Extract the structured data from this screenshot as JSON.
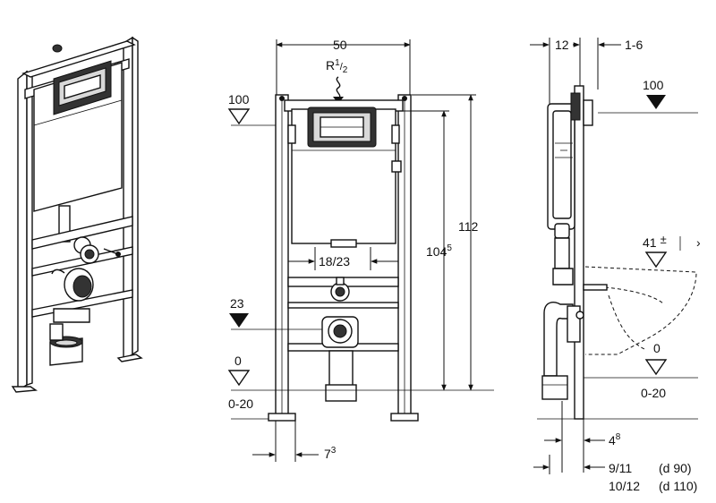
{
  "front": {
    "width": "50",
    "connection": "R",
    "connection_sup": "1",
    "connection_sub": "2",
    "top_level": "100",
    "height_total": "112",
    "height_inner": "104",
    "height_inner_sup": "5",
    "bolt_spacing": "18/23",
    "drain_level": "23",
    "floor_level": "0",
    "floor_range": "0-20",
    "foot_offset": "7",
    "foot_offset_sup": "3"
  },
  "side": {
    "depth": "12",
    "wall_gap": "1-6",
    "top_level": "100",
    "seat_height": "41",
    "seat_tolerance": "±",
    "floor_level": "0",
    "floor_range": "0-20",
    "foot_depth": "4",
    "foot_depth_sup": "8",
    "outlet_90": "9/11",
    "outlet_90_note": "(d 90)",
    "outlet_110": "10/12",
    "outlet_110_note": "(d 110)",
    "arrow_glyph": "›"
  }
}
